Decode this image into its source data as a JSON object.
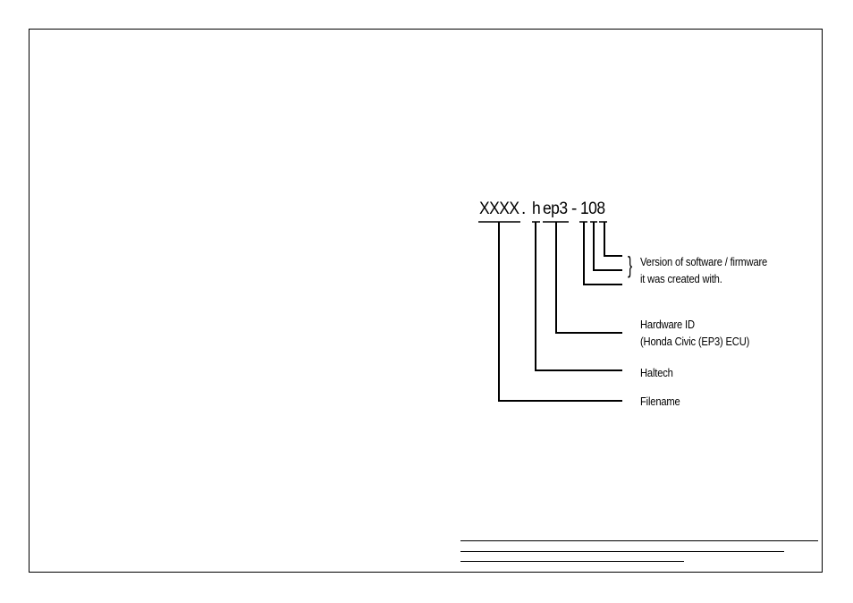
{
  "filename_parts": {
    "name": "XXXX",
    "dot": ".",
    "vendor": "h",
    "hardware": "ep3",
    "dash": "-",
    "version": "108"
  },
  "labels": {
    "version_line1": "Version of software / firmware",
    "version_line2": "it was created with.",
    "hardware_line1": "Hardware ID",
    "hardware_line2": "(Honda Civic (EP3) ECU)",
    "vendor": "Haltech",
    "name": "Filename"
  },
  "colors": {
    "line": "#000000",
    "background": "#ffffff"
  }
}
